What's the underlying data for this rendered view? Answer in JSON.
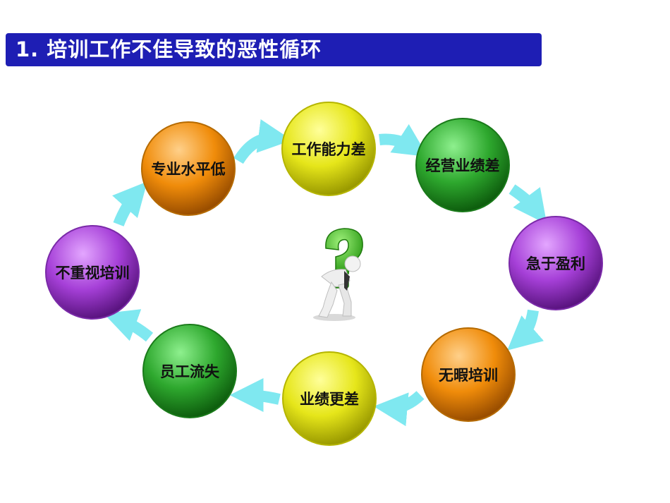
{
  "title": "1. 培训工作不佳导致的恶性循环",
  "cycle": [
    {
      "label": "工作能力差",
      "color": "yellow"
    },
    {
      "label": "经营业绩差",
      "color": "green"
    },
    {
      "label": "急于盈利",
      "color": "purple"
    },
    {
      "label": "无暇培训",
      "color": "orange"
    },
    {
      "label": "业绩更差",
      "color": "yellow"
    },
    {
      "label": "员工流失",
      "color": "green"
    },
    {
      "label": "不重视培训",
      "color": "purple"
    },
    {
      "label": "专业水平低",
      "color": "orange"
    }
  ],
  "colors": {
    "title_bar": "#1e1eb4",
    "arrow": "#7fe8f0",
    "yellow": "#e6e61a",
    "green": "#2ea82e",
    "purple": "#a640d8",
    "orange": "#f08c0a"
  },
  "center_icon": "person-carrying-question-mark-icon"
}
